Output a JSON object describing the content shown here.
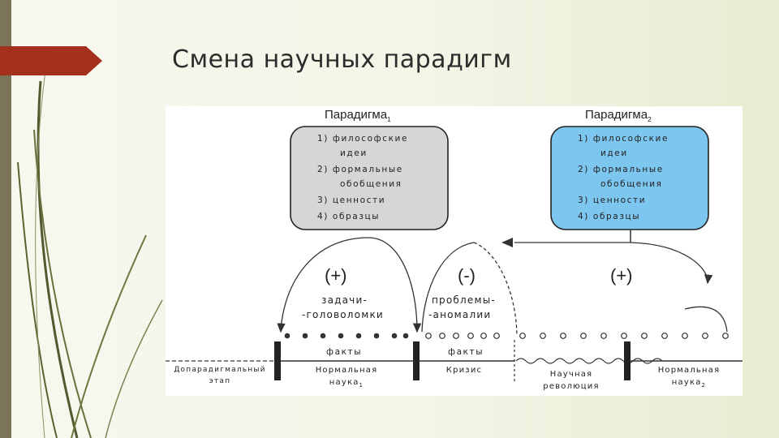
{
  "slide": {
    "title": "Смена научных парадигм"
  },
  "colors": {
    "accent_arrow": "#a3301c",
    "left_bar": "#7a7556",
    "paradigm1_fill": "#d6d6d6",
    "paradigm2_fill": "#7cc6ef"
  },
  "diagram": {
    "paradigm1": {
      "title": "Парадигма",
      "subscript": "1",
      "items": [
        "1) философские",
        "идеи",
        "2) формальные",
        "обобщения",
        "3) ценности",
        "4) образцы"
      ]
    },
    "paradigm2": {
      "title": "Парадигма",
      "subscript": "2",
      "items": [
        "1) философские",
        "идеи",
        "2) формальные",
        "обобщения",
        "3) ценности",
        "4) образцы"
      ]
    },
    "signs": {
      "plus_left": "(+)",
      "minus": "(-)",
      "plus_right": "(+)"
    },
    "labels": {
      "puzzles_line1": "задачи-",
      "puzzles_line2": "-головоломки",
      "anomalies_line1": "проблемы-",
      "anomalies_line2": "-аномалии",
      "facts_1": "факты",
      "facts_2": "факты"
    },
    "phases": {
      "preparadigm_line1": "Допарадигмальный",
      "preparadigm_line2": "этап",
      "normal1_line1": "Нормальная",
      "normal1_line2": "наука",
      "crisis": "Кризис",
      "revolution_line1": "Научная",
      "revolution_line2": "революция",
      "normal2_line1": "Нормальная",
      "normal2_line2": "наука"
    }
  }
}
